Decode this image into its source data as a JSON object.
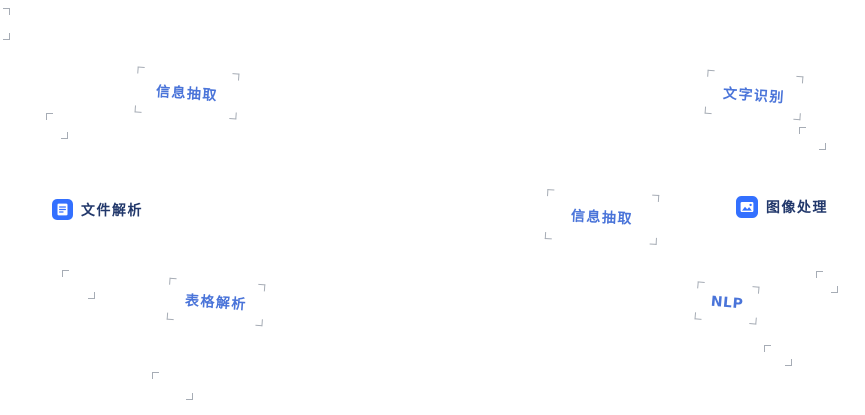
{
  "colors": {
    "accent_blue": "#3370FF",
    "tag_text_blue": "#4A74D9",
    "feature_text_navy": "#22386B",
    "bracket_gray": "#A6ACB5"
  },
  "tags": [
    {
      "id": "info-extraction-top",
      "label": "信息抽取"
    },
    {
      "id": "text-recognition",
      "label": "文字识别"
    },
    {
      "id": "document-parse",
      "label": "文件解析",
      "icon": "document-parse-icon"
    },
    {
      "id": "info-extraction-mid",
      "label": "信息抽取"
    },
    {
      "id": "image-processing",
      "label": "图像处理",
      "icon": "image-process-icon"
    },
    {
      "id": "table-parse",
      "label": "表格解析"
    },
    {
      "id": "nlp",
      "label": "NLP"
    }
  ]
}
